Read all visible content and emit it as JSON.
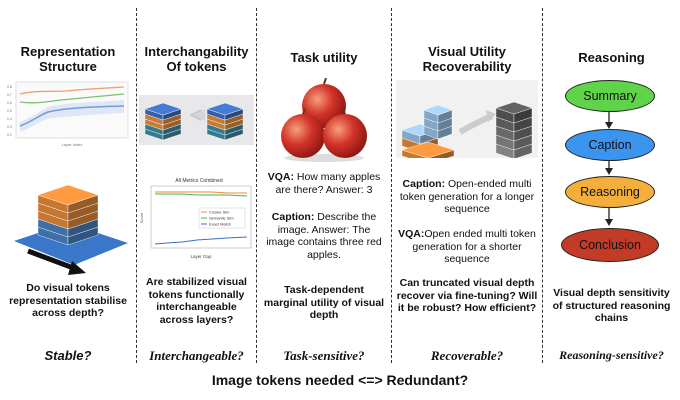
{
  "footer": "Image tokens needed <=> Redundant?",
  "columns": [
    {
      "title_lines": [
        "Representation",
        "Structure"
      ],
      "question": "Do visual tokens representation stabilise across depth?",
      "tag": "Stable?",
      "mini_chart": {
        "xlabel": "Layer index",
        "ticks": [
          "0.8",
          "0.7",
          "0.6",
          "0.5",
          "0.4",
          "0.3",
          "0.2"
        ]
      }
    },
    {
      "title_lines": [
        "Interchangability",
        "Of tokens"
      ],
      "question": "Are stabilized visual tokens functionally interchangeable across layers?",
      "tag": "Interchangeable?",
      "chart": {
        "title": "All Metrics Combined",
        "xlabel": "Layer Gap",
        "ylabel": "Score",
        "legend": [
          "Cosine Sim",
          "Semantic Sim",
          "Exact Match"
        ]
      }
    },
    {
      "title_lines": [
        "Task utility"
      ],
      "vqa_label": "VQA:",
      "vqa_text": " How many apples are there? Answer: 3",
      "caption_label": "Caption:",
      "caption_text": " Describe the image. Answer: The image contains three red apples.",
      "question": "Task-dependent marginal utility of visual depth",
      "tag": "Task-sensitive?"
    },
    {
      "title_lines": [
        "Visual Utility",
        "Recoverability"
      ],
      "caption_label": "Caption:",
      "caption_text": " Open-ended multi token generation for a longer sequence",
      "vqa_label": "VQA:",
      "vqa_text": "Open ended multi token generation for a shorter sequence",
      "question": "Can truncated visual depth recover via fine-tuning? Will it be robust? How efficient?",
      "tag": "Recoverable?"
    },
    {
      "title_lines": [
        "Reasoning"
      ],
      "nodes": [
        "Summary",
        "Caption",
        "Reasoning",
        "Conclusion"
      ],
      "question": "Visual depth sensitivity of structured reasoning chains",
      "tag": "Reasoning-sensitive?"
    }
  ],
  "colors": {
    "summary": "#5fd44a",
    "caption": "#3b95ef",
    "reasoning": "#f4ae3c",
    "conclusion": "#c23b26",
    "cube_blue": "#4a82c4",
    "cube_orange": "#e98c3a"
  }
}
